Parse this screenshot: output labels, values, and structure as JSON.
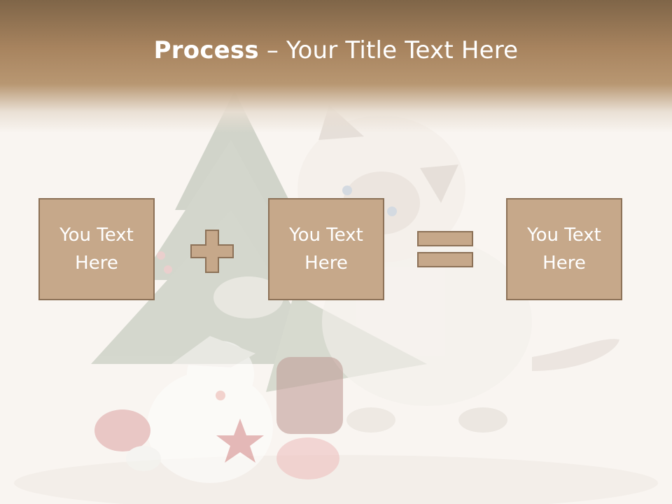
{
  "title": {
    "bold": "Process",
    "separator": " – ",
    "rest": "Your Title Text Here"
  },
  "boxes": [
    {
      "text": "You Text\nHere"
    },
    {
      "text": "You Text\nHere"
    },
    {
      "text": "You Text\nHere"
    }
  ],
  "operators": [
    "plus-icon",
    "equals-icon"
  ],
  "colors": {
    "header": "#a8845f",
    "box_fill": "#c6a88a",
    "box_border": "#8c7157",
    "text": "#ffffff"
  }
}
